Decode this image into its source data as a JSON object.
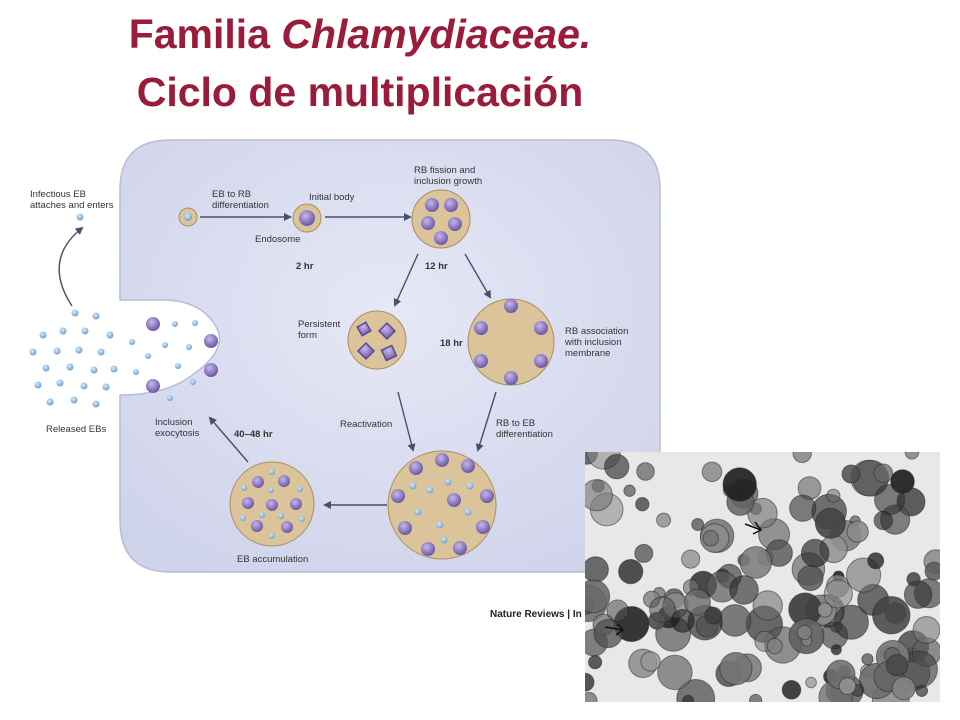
{
  "title": {
    "line1_prefix": "Familia ",
    "line1_italic": "Chlamydiaceae.",
    "line2": "Ciclo de multiplicación"
  },
  "diagram": {
    "labels": {
      "infectious_eb_1": "Infectious EB",
      "infectious_eb_2": "attaches and enters",
      "eb_to_rb_1": "EB to RB",
      "eb_to_rb_2": "differentiation",
      "initial_body": "Initial body",
      "endosome": "Endosome",
      "rb_fission_1": "RB fission and",
      "rb_fission_2": "inclusion growth",
      "persistent_1": "Persistent",
      "persistent_2": "form",
      "rb_assoc_1": "RB association",
      "rb_assoc_2": "with inclusion",
      "rb_assoc_3": "membrane",
      "reactivation": "Reactivation",
      "rb_to_eb_1": "RB to EB",
      "rb_to_eb_2": "differentiation",
      "inclusion_exo_1": "Inclusion",
      "inclusion_exo_2": "exocytosis",
      "released_ebs": "Released EBs",
      "eb_accumulation": "EB accumulation"
    },
    "times": {
      "t2": "2 hr",
      "t12": "12 hr",
      "t18": "18 hr",
      "t40": "40–48 hr"
    },
    "credit": "Nature Reviews | In"
  },
  "colors": {
    "title": "#9b1b3b",
    "cell": "#d9dcef",
    "inclusion": "#dcc49a",
    "rb": "#8b78c0",
    "eb": "#8fb8e0",
    "arrow": "#4a4f6a"
  }
}
